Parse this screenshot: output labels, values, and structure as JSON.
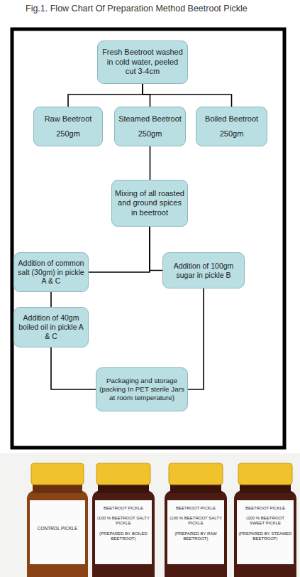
{
  "diagram": {
    "title": "Fig.1. Flow Chart Of Preparation Method Beetroot Pickle",
    "nodes": [
      {
        "text": [
          "Fresh Beetroot washed in cold water, peeled cut 3-4cm"
        ]
      },
      {
        "text": [
          "Raw Beetroot",
          "250gm"
        ]
      },
      {
        "text": [
          "Steamed Beetroot",
          "250gm"
        ]
      },
      {
        "text": [
          "Boiled Beetroot",
          "250gm"
        ]
      },
      {
        "text": [
          "Mixing of all roasted and ground spices in beetroot"
        ]
      },
      {
        "text": [
          "Addition of common salt (30gm) in pickle A & C"
        ]
      },
      {
        "text": [
          "Addition of 100gm sugar in pickle B"
        ]
      },
      {
        "text": [
          "Addition of 40gm boiled oil in pickle A & C"
        ]
      },
      {
        "text": [
          "Packaging and storage (packing In PET sterile Jars at room temperature)"
        ]
      }
    ],
    "edges": [
      {
        "from": 0,
        "to": 1,
        "arrow": "none"
      },
      {
        "from": 0,
        "to": 2,
        "arrow": "none"
      },
      {
        "from": 0,
        "to": 3,
        "arrow": "none"
      },
      {
        "from": 2,
        "to": 4,
        "arrow": "none"
      },
      {
        "from": 4,
        "to": 5,
        "arrow": "none"
      },
      {
        "from": 4,
        "to": 6,
        "arrow": "none"
      },
      {
        "from": 5,
        "to": 7,
        "arrow": "none"
      },
      {
        "from": 7,
        "to": 8,
        "arrow": "none"
      },
      {
        "from": 6,
        "to": 8,
        "arrow": "none"
      }
    ],
    "labels": [
      "CONTROL PICKLE",
      "BEETROOT PICKLE",
      "(100 % BEETROOT SALTY PICKLE",
      "(PREPARED BY BOILED BEETROOT)",
      "BEETROOT PICKLE",
      "(100 % BEETROOT SALTY PICKLE",
      "(PREPARED BY RAW BEETROOT)",
      "BEETROOT PICKLE",
      "(100 % BEETROOT SWEET PICKLE",
      "(PREPARED BY STEAMED BEETROOT)"
    ]
  }
}
